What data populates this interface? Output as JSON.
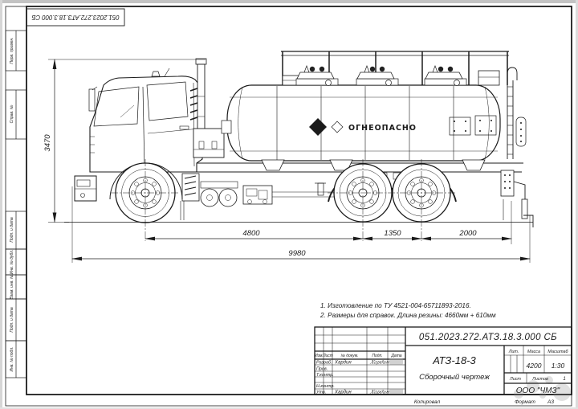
{
  "sheet": {
    "designation_rotated": "051.2023.272.АТЗ.18.3.000 СБ",
    "frame_labels": [
      "Перв. примен.",
      "Справ. №",
      "Подп. и дата",
      "Инв. № дубл.",
      "Взам. инв. №",
      "Подп. и дата",
      "Инв. № подл."
    ]
  },
  "notes": {
    "line1": "1. Изготовление по ТУ 4521-004-65711893-2016.",
    "line2": "2. Размеры для справок. Длина резины: 4660мм + 610мм"
  },
  "drawing": {
    "hazard_text": "ОГНЕОПАСНО",
    "dim_height": "3470",
    "dim_wheelbase": "4800",
    "dim_bogie": "1350",
    "dim_rear": "2000",
    "dim_total": "9980"
  },
  "title_block": {
    "designation": "051.2023.272.АТЗ.18.3.000 СБ",
    "product_name": "АТЗ-18-3",
    "doc_type": "Сборочный чертеж",
    "headers": {
      "izm": "Изм.",
      "list": "Лист",
      "doc": "№ докум.",
      "sign": "Подп.",
      "date": "Дата"
    },
    "rows": [
      {
        "label": "Разраб.",
        "name": "Хардин",
        "sign": "Хардин"
      },
      {
        "label": "Пров."
      },
      {
        "label": "Т.контр."
      },
      {
        "label": "Н.контр."
      },
      {
        "label": "Утв.",
        "name": "Хардин",
        "sign": "Хардин"
      }
    ],
    "lit_label": "Лит.",
    "mass_label": "Масса",
    "scale_label": "Масштаб",
    "mass_value": "4200",
    "scale_value": "1:30",
    "sheet_label": "Лист",
    "sheets_label": "Листов",
    "sheets_value": "1",
    "company": "ООО \"ЧМЗ\"",
    "footer": {
      "copied": "Копировал",
      "format_label": "Формат",
      "format_value": "А3"
    }
  },
  "colors": {
    "ink": "#1b1b1b",
    "paper": "#ffffff"
  }
}
